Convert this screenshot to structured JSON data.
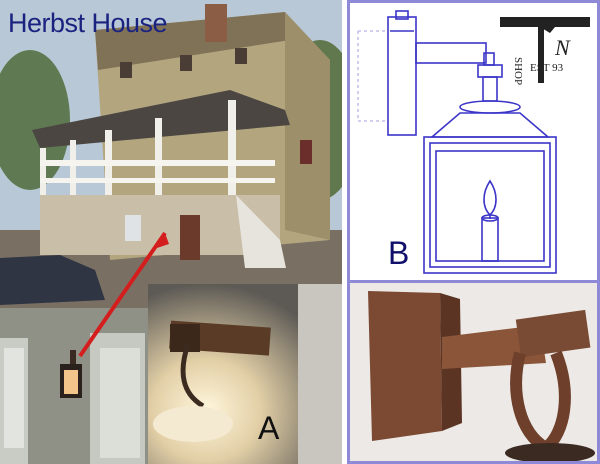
{
  "title": "Herbst House",
  "labels": {
    "a": "A",
    "b": "B"
  },
  "logo": {
    "text": "SHOP T N EST 93"
  },
  "colors": {
    "frame": "#8e8ad8",
    "title": "#1a2380",
    "arrow": "#d41e1e",
    "drawing": "#3b35c8"
  }
}
